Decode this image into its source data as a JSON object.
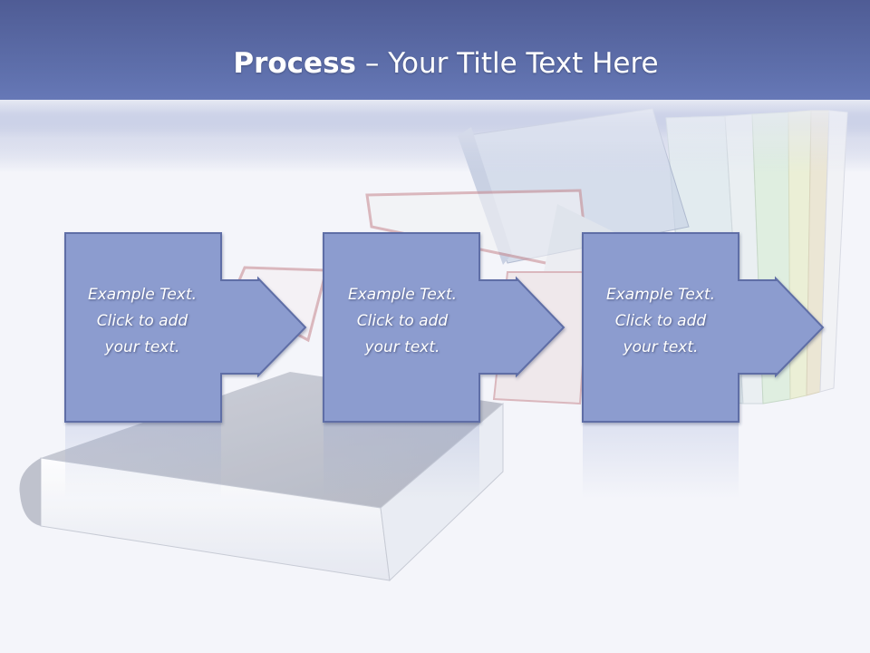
{
  "slide": {
    "title_bold": "Process",
    "title_rest": " – Your Title Text Here"
  },
  "steps": [
    {
      "lines": [
        "Example Text.",
        "Click  to add",
        "your text."
      ]
    },
    {
      "lines": [
        "Example Text.",
        "Click  to add",
        "your text."
      ]
    },
    {
      "lines": [
        "Example Text.",
        "Click  to add",
        "your text."
      ]
    }
  ],
  "colors": {
    "banner": "#5e6fab",
    "step_fill": "#8c9ccf",
    "step_stroke": "#5f6ea6",
    "text": "#ffffff"
  }
}
